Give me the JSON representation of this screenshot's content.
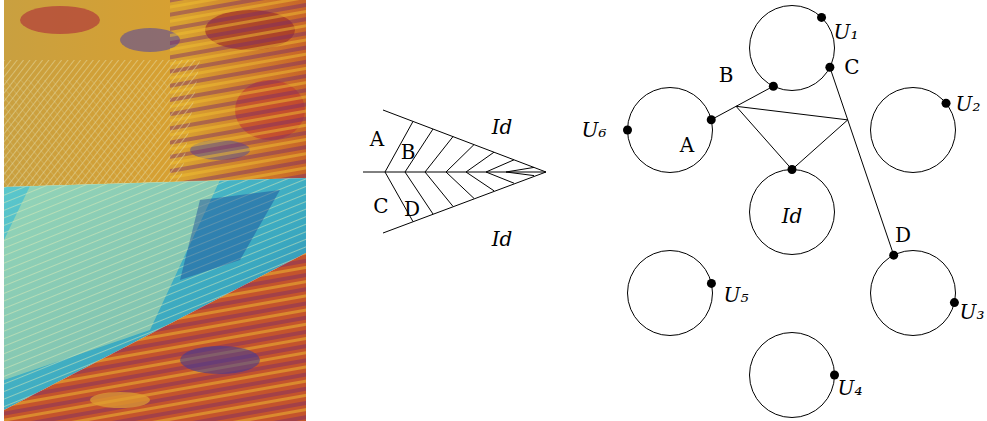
{
  "diagram": {
    "nodes": [
      {
        "text": [
          "U₁",
          "B",
          "C"
        ]
      },
      {
        "text": [
          "U₆",
          "A"
        ]
      },
      {
        "text": [
          "U₂"
        ]
      },
      {
        "text": [
          "Id"
        ]
      },
      {
        "text": [
          "U₅"
        ]
      },
      {
        "text": [
          "D",
          "U₃"
        ]
      },
      {
        "text": [
          "U₄"
        ]
      }
    ],
    "edges": [
      {
        "from": 1,
        "to": 0,
        "arrow": "none"
      },
      {
        "from": 0,
        "to": 5,
        "arrow": "none"
      }
    ],
    "labels": [
      "A",
      "B",
      "C",
      "D",
      "Id",
      "Id"
    ]
  }
}
